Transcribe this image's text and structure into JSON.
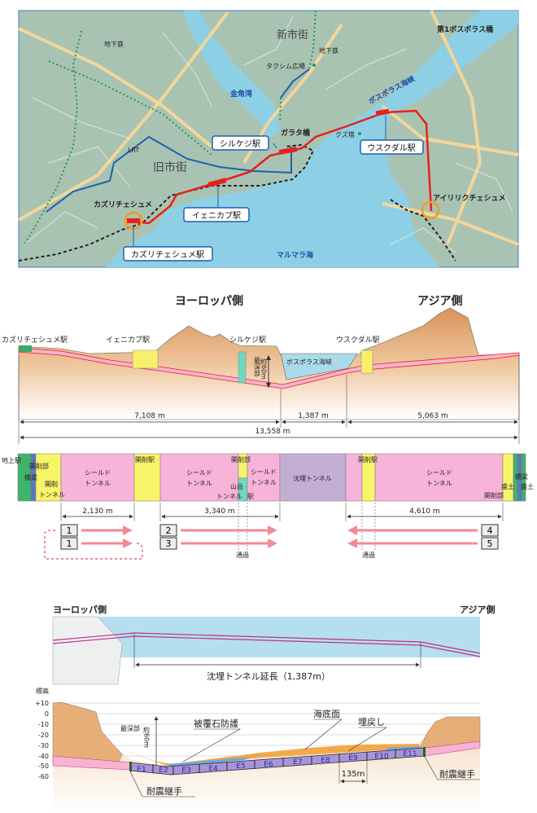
{
  "map": {
    "labels": {
      "subway_nw": "地下鉄",
      "new_city": "新市街",
      "subway_n": "地下鉄",
      "taksim": "タクシム広場",
      "bridge1": "第1ボスポラス橋",
      "bosphorus": "ボスポラス海峡",
      "golden_horn": "金角湾",
      "galata": "ガラタ橋",
      "kiz_tower": "クズ塔",
      "lrt": "LRT",
      "old_city": "旧市街",
      "kazlicesme": "カズリチェシュメ",
      "ayrilik": "アイリリクチェシュメ",
      "marmara": "マルマラ海"
    },
    "stations": {
      "sirkeci": "シルケジ駅",
      "uskudar": "ウスクダル駅",
      "yenikapi": "イェニカプ駅",
      "kazlicesme": "カズリチェシュメ駅"
    },
    "colors": {
      "land": "#a9c3b3",
      "water": "#8dd0e6",
      "road": "#f3d69a",
      "route": "#e8201c",
      "metro": "#1f5fae"
    }
  },
  "profile": {
    "europe": "ヨーロッパ側",
    "asia": "アジア側",
    "stations": [
      "カズリチェシュメ駅",
      "イェニカプ駅",
      "シルケジ駅",
      "ウスクダル駅"
    ],
    "deepest": "最深部",
    "depth": "約60m",
    "strait": "ボスポラス海峡",
    "dims": {
      "europe_len": "7,108 m",
      "strait_len": "1,387 m",
      "asia_len": "5,063 m",
      "total": "13,558 m"
    }
  },
  "construction": {
    "segments": {
      "ground_station": "地上駅",
      "bridge_l": "橋梁",
      "cut_part_l": "開削部",
      "cut_tunnel_1": "開削",
      "cut_tunnel_2": "トンネル",
      "shield1_a": "シールド",
      "shield1_b": "トンネル",
      "cut_station_1": "開削駅",
      "shield2_a": "シールド",
      "shield2_b": "トンネル",
      "cut_part_m": "開削部",
      "shield3_a": "シールド",
      "shield3_b": "トンネル",
      "mountain_a": "山岳",
      "mountain_b": "トンネル",
      "station_m": "駅",
      "immersed": "沈埋トンネル",
      "cut_station_2": "開削駅",
      "shield4_a": "シールド",
      "shield4_b": "トンネル",
      "cut_part_r": "開削部",
      "embank_1": "盛土",
      "bridge_r": "橋梁",
      "embank_2": "盛土"
    },
    "dims": [
      "2,130 m",
      "3,340 m",
      "4,610 m"
    ],
    "tbm": [
      "1",
      "1",
      "2",
      "3",
      "4",
      "5"
    ],
    "pass": [
      "通過",
      "通過"
    ]
  },
  "immersed": {
    "europe": "ヨーロッパ側",
    "asia": "アジア側",
    "length_label": "沈埋トンネル延長（1,387m）",
    "axis_title": "標高",
    "y_ticks": [
      "+10",
      "0",
      "-10",
      "-20",
      "-30",
      "-40",
      "-50",
      "-60"
    ],
    "elements": [
      "E1",
      "E2",
      "E3",
      "E4",
      "E5",
      "E6",
      "E7",
      "E8",
      "E9",
      "E10",
      "E11"
    ],
    "deepest": "最深部",
    "depth": "約60m",
    "armor": "被覆石防護",
    "seabed": "海底面",
    "backfill": "埋戻し",
    "element_len": "135m",
    "joint_l": "耐震継手",
    "joint_r": "耐震継手"
  }
}
